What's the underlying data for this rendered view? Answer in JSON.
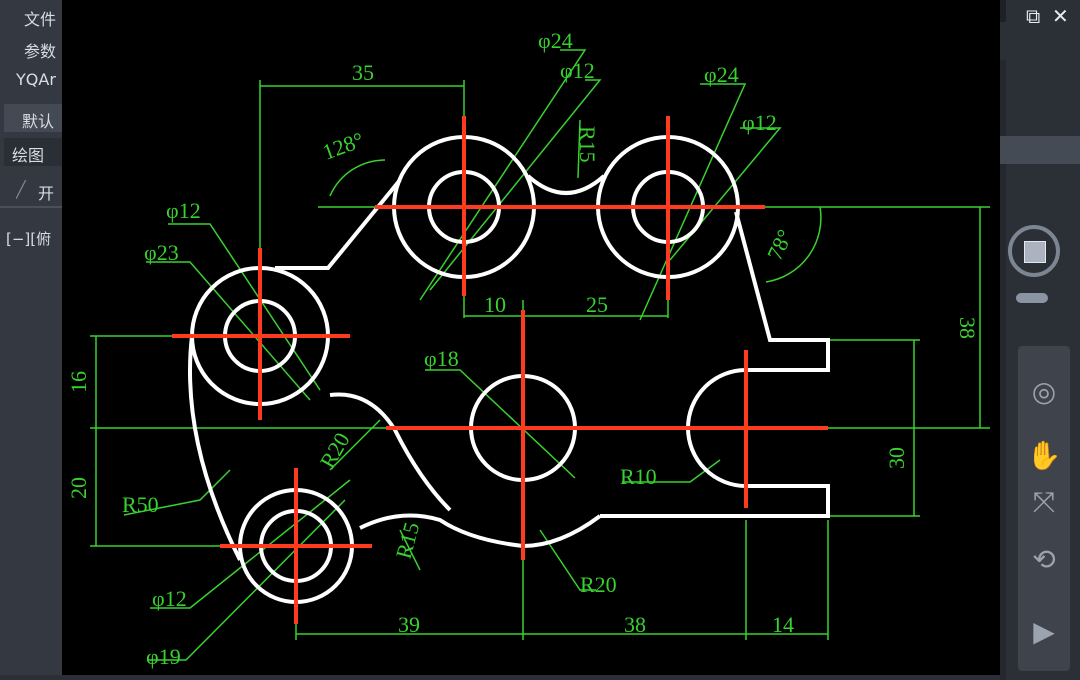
{
  "left_panel": {
    "menu_file": "文件",
    "menu_params": "参数",
    "menu_yqar": "YQAr",
    "tab_default": "默认",
    "tab_draw": "绘图",
    "tab_open": "开",
    "tab_divider": "╱",
    "viewport_label": "[−][俯"
  },
  "window": {
    "restore_icon": "⧉",
    "close_icon": "✕"
  },
  "drawing": {
    "dims": {
      "d35": "35",
      "d10": "10",
      "d25": "25",
      "d38v": "38",
      "d16": "16",
      "d20": "20",
      "d30": "30",
      "d39": "39",
      "d38h": "38",
      "d14": "14"
    },
    "diams": {
      "phi24a": "φ24",
      "phi12a": "φ12",
      "phi24b": "φ24",
      "phi12b": "φ12",
      "phi12c": "φ12",
      "phi23": "φ23",
      "phi18": "φ18",
      "phi12d": "φ12",
      "phi19": "φ19"
    },
    "radii": {
      "r15a": "R15",
      "r20a": "R20",
      "r50": "R50",
      "r10": "R10",
      "r15b": "R15",
      "r20b": "R20"
    },
    "angles": {
      "a128": "128°",
      "a78": "78°"
    }
  },
  "colors": {
    "outline": "#ffffff",
    "centerline": "#ff3b1f",
    "dimension": "#39d12f",
    "text": "#39d12f"
  }
}
